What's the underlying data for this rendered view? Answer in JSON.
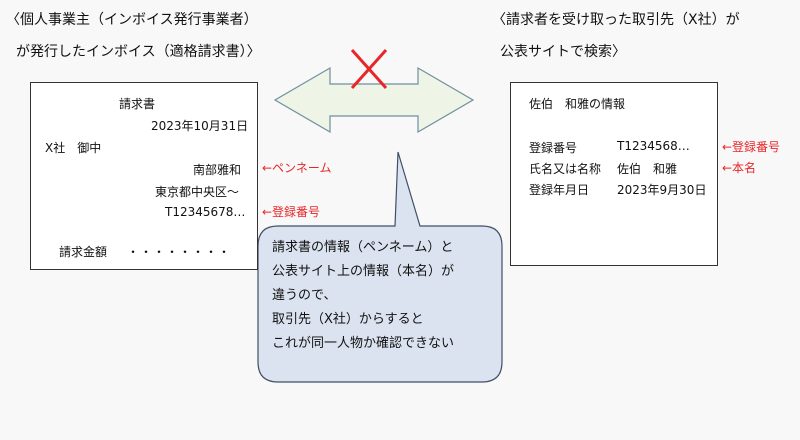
{
  "left_caption": {
    "line1": "〈個人事業主（インボイス発行事業者）",
    "line2": "が発行したインボイス（適格請求書）〉"
  },
  "right_caption": {
    "line1": "〈請求者を受け取った取引先（X社）が",
    "line2": "公表サイトで検索〉"
  },
  "invoice": {
    "title": "請求書",
    "date": "2023年10月31日",
    "addressee": "X社　御中",
    "name": "南部雅和",
    "address": "東京都中央区〜",
    "reg_number": "T12345678…",
    "amount_label": "請求金額",
    "amount_dots": "・・・・・・・・"
  },
  "invoice_annotations": {
    "pen_name": "←ペンネーム",
    "reg_number": "←登録番号"
  },
  "site_info": {
    "title": "佐伯　和雅の情報",
    "rows": [
      {
        "label": "登録番号",
        "value": "T1234568…"
      },
      {
        "label": "氏名又は名称",
        "value": "佐伯　和雅"
      },
      {
        "label": "登録年月日",
        "value": "2023年9月30日"
      }
    ]
  },
  "site_annotations": {
    "reg_number": "←登録番号",
    "real_name": "←本名"
  },
  "bubble": {
    "lines": [
      "請求書の情報（ペンネーム）と",
      "公表サイト上の情報（本名）が",
      "違うので、",
      "取引先（X社）からすると",
      "これが同一人物か確認できない"
    ]
  },
  "colors": {
    "arrow_fill": "#eef5e6",
    "arrow_stroke": "#6f8f9f",
    "cross": "#e8262a",
    "bubble_fill": "#dce3f0",
    "bubble_stroke": "#3f4f66",
    "annotation": "#e8262a"
  }
}
